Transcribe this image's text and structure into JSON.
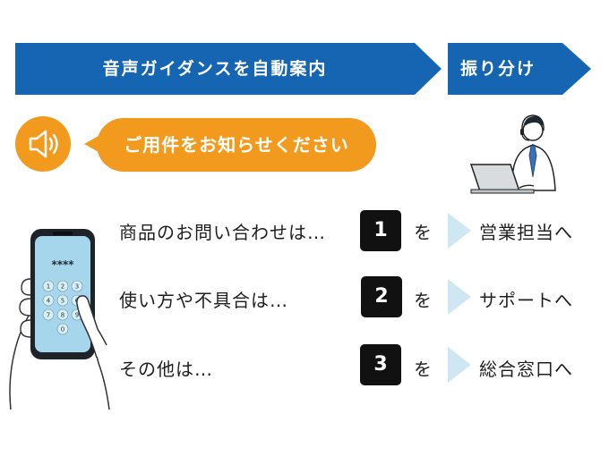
{
  "header": {
    "guidance_label": "音声ガイダンスを自動案内",
    "routing_label": "振り分け"
  },
  "prompt": {
    "message": "ご用件をお知らせください"
  },
  "phone": {
    "display": "****",
    "keys": [
      "1",
      "2",
      "3",
      "4",
      "5",
      "6",
      "7",
      "8",
      "9",
      "0"
    ]
  },
  "options": [
    {
      "question": "商品のお問い合わせは…",
      "key": "1",
      "particle": "を",
      "destination": "営業担当へ"
    },
    {
      "question": "使い方や不具合は…",
      "key": "2",
      "particle": "を",
      "destination": "サポートへ"
    },
    {
      "question": "その他は…",
      "key": "3",
      "particle": "を",
      "destination": "総合窓口へ"
    }
  ],
  "colors": {
    "banner_blue": "#1565b3",
    "accent_orange": "#f29a1d",
    "chevron_light_blue": "#cfe7f2",
    "key_box": "#111111"
  }
}
